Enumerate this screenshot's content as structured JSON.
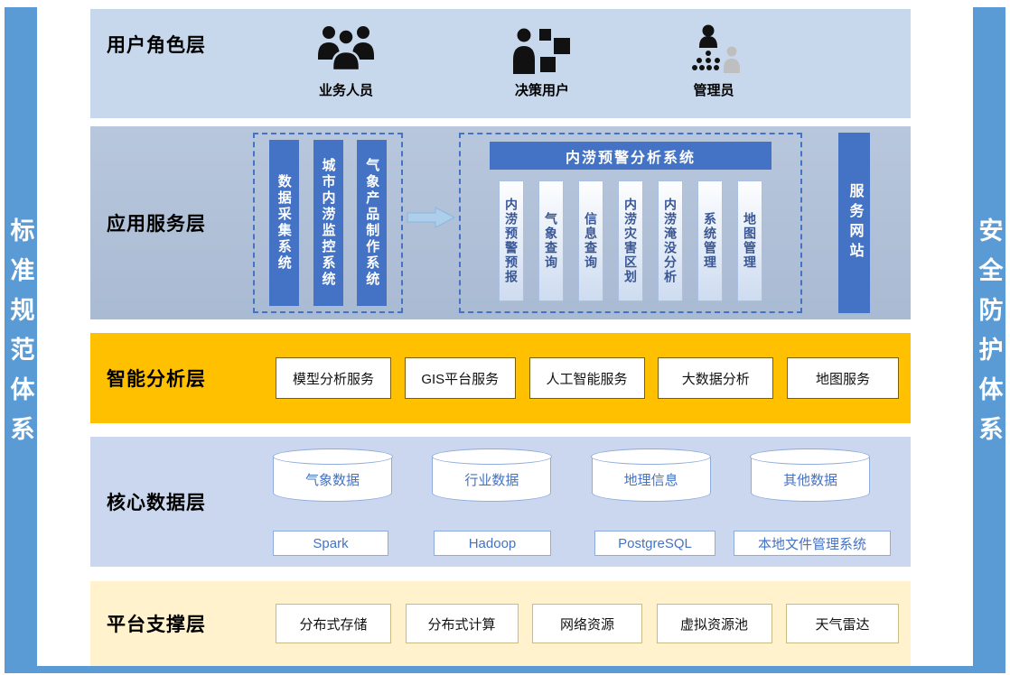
{
  "frame": {
    "left_bar": "标准规范体系",
    "right_bar": "安全防护体系"
  },
  "user_role_layer": {
    "title": "用户角色层",
    "roles": [
      {
        "label": "业务人员",
        "icon": "people-group-icon"
      },
      {
        "label": "决策用户",
        "icon": "decision-user-icon"
      },
      {
        "label": "管理员",
        "icon": "admin-network-icon"
      }
    ]
  },
  "app_service_layer": {
    "title": "应用服务层",
    "source_systems": [
      "数据采集系统",
      "城市内涝监控系统",
      "气象产品制作系统"
    ],
    "warning_system": {
      "title": "内涝预警分析系统",
      "modules": [
        "内涝预警预报",
        "气象查询",
        "信息查询",
        "内涝灾害区划",
        "内涝淹没分析",
        "系统管理",
        "地图管理"
      ]
    },
    "service_site": "服务网站"
  },
  "analysis_layer": {
    "title": "智能分析层",
    "services": [
      "模型分析服务",
      "GIS平台服务",
      "人工智能服务",
      "大数据分析",
      "地图服务"
    ]
  },
  "data_layer": {
    "title": "核心数据层",
    "databases": [
      "气象数据",
      "行业数据",
      "地理信息",
      "其他数据"
    ],
    "storage": [
      "Spark",
      "Hadoop",
      "PostgreSQL",
      "本地文件管理系统"
    ]
  },
  "platform_layer": {
    "title": "平台支撑层",
    "resources": [
      "分布式存储",
      "分布式计算",
      "网络资源",
      "虚拟资源池",
      "天气雷达"
    ]
  },
  "colors": {
    "side_bar": "#5B9BD5",
    "accent_blue": "#4472C4",
    "user_layer_bg": "#C7D8EC",
    "app_layer_bg": "#AFC0D8",
    "analysis_bg": "#FFC000",
    "data_layer_bg": "#CBD7EE",
    "platform_bg": "#FFF2CC"
  }
}
